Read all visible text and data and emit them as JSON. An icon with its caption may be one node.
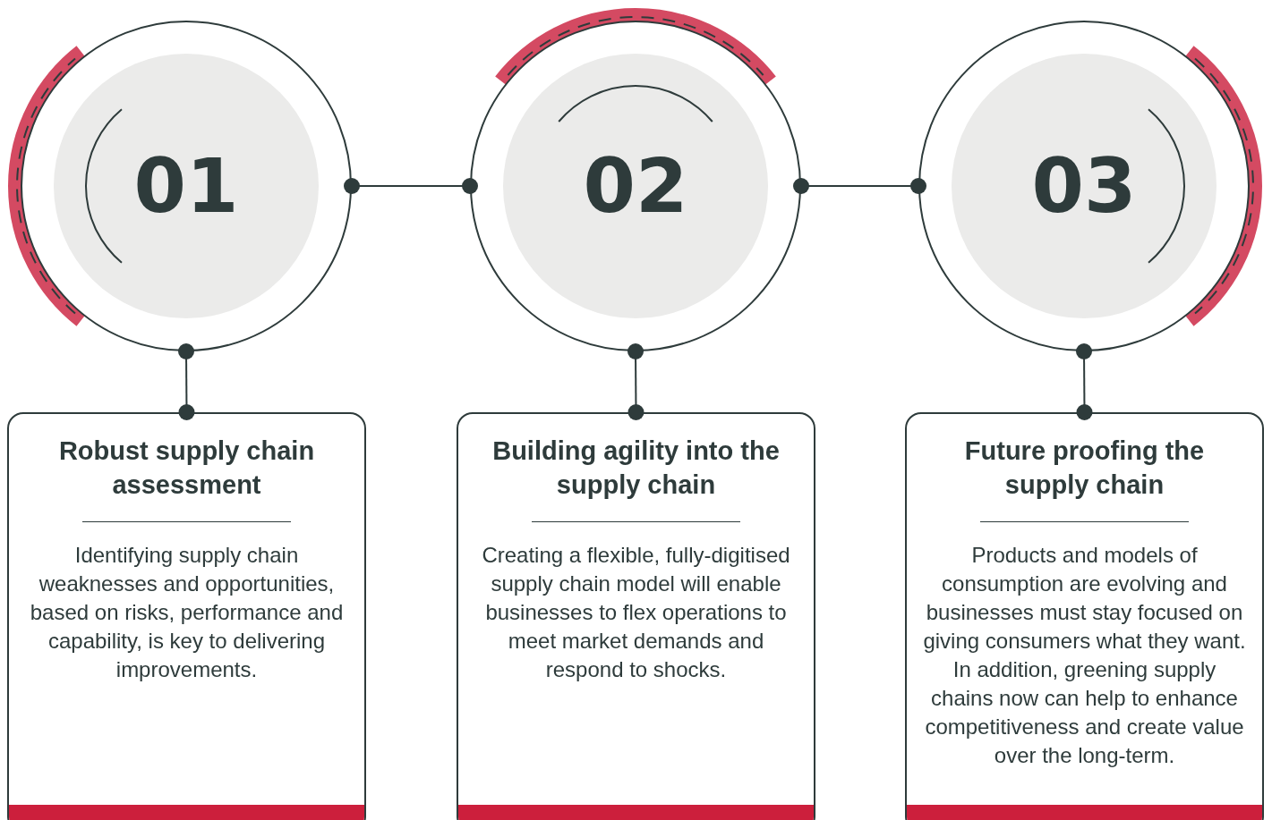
{
  "diagram": {
    "nodes": [
      {
        "text": [
          "01"
        ]
      },
      {
        "text": [
          "02"
        ]
      },
      {
        "text": [
          "03"
        ]
      },
      {
        "text": [
          "Robust supply chain assessment",
          "Identifying supply chain weaknesses and opportunities, based on risks, performance and capability, is key to delivering improvements."
        ]
      },
      {
        "text": [
          "Building agility into the supply chain",
          "Creating a flexible, fully-digitised supply chain model will enable businesses to flex operations to meet market demands and respond to shocks."
        ]
      },
      {
        "text": [
          "Future proofing the supply chain",
          "Products and models of consumption are evolving and businesses must stay focused on giving consumers what they want. In addition, greening supply chains now can help to enhance competitiveness and create value over the long-term."
        ]
      }
    ],
    "edges": [
      {
        "from": 0,
        "to": 1,
        "arrow": "other"
      },
      {
        "from": 1,
        "to": 2,
        "arrow": "other"
      },
      {
        "from": 0,
        "to": 3,
        "arrow": "other"
      },
      {
        "from": 1,
        "to": 4,
        "arrow": "other"
      },
      {
        "from": 2,
        "to": 5,
        "arrow": "other"
      }
    ]
  }
}
